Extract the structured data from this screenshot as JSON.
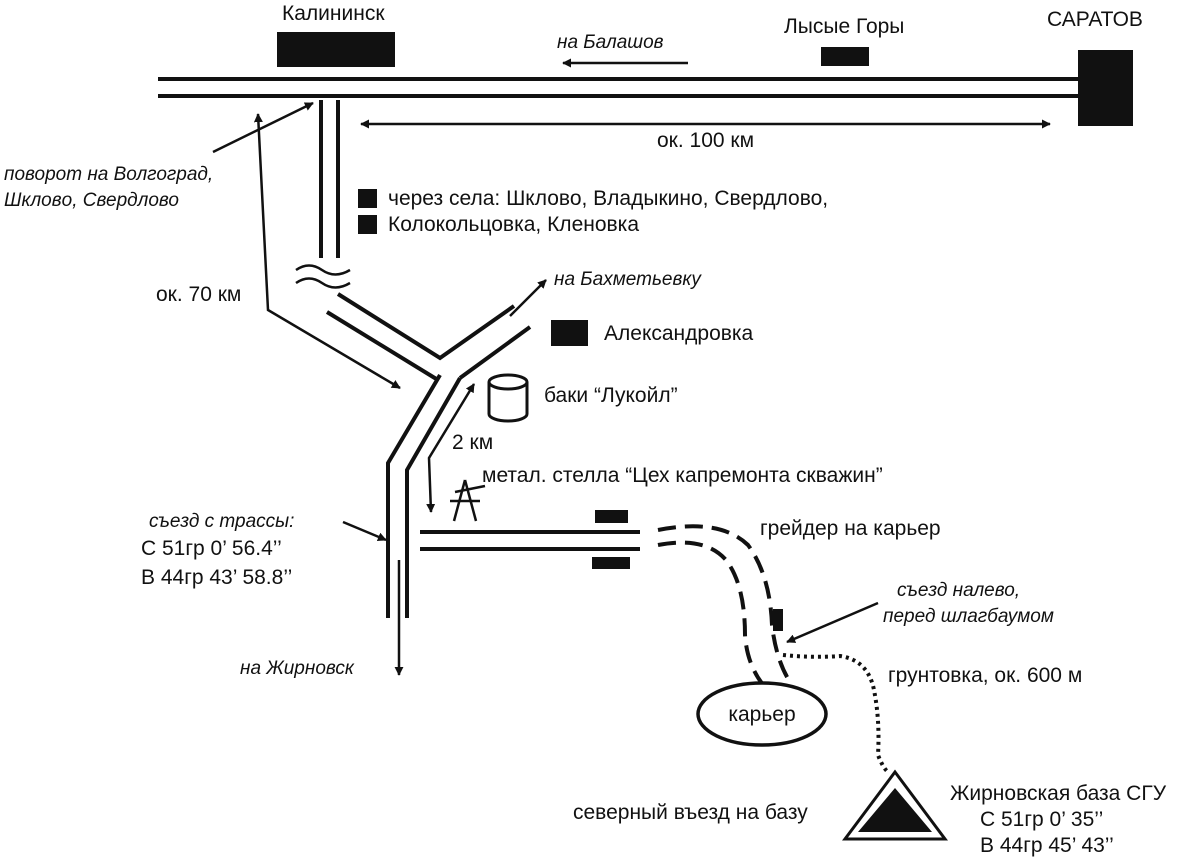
{
  "colors": {
    "ink": "#111111",
    "paper": "#ffffff"
  },
  "places": {
    "kalininsk": "Калининск",
    "lysye_gory": "Лысые Горы",
    "saratov": "САРАТОВ",
    "aleksandrovka": "Александровка"
  },
  "directions": {
    "to_balashov": "на Балашов",
    "to_bakhmetyevka": "на Бахметьевку",
    "to_zhirnovsk": "на Жирновск"
  },
  "distances": {
    "saratov_kalininsk": "ок. 100 км",
    "turn_to_junction": "ок. 70 км",
    "tanks_to_stella": "2 км",
    "dirt_road": "грунтовка, ок. 600 м"
  },
  "notes": {
    "turn_line1": "поворот на Волгоград,",
    "turn_line2": "Шкловo, Свердлово",
    "villages_line1": "через села: Шклово, Владыкино, Свердлово,",
    "villages_line2": "Колокольцовка, Кленовка",
    "tanks": "баки “Лукойл”",
    "stella": "метал. стелла “Цех капремонта скважин”",
    "exit_label": "съезд с трассы:",
    "exit_lat": "С 51гр 0’ 56.4’’",
    "exit_lon": "В 44гр 43’ 58.8’’",
    "grader": "грейдер на карьер",
    "turn_left_line1": "съезд налево,",
    "turn_left_line2": "перед шлагбаумом",
    "quarry": "карьер",
    "north_entrance": "северный въезд на базу",
    "base_name": "Жирновская база СГУ",
    "base_lat": "С 51гр 0’ 35’’",
    "base_lon": "В 44гр 45’ 43’’"
  },
  "icons": {
    "town": "filled-rectangle-icon",
    "tanks": "cylinder-tank-icon",
    "stella": "mast-icon",
    "barrier": "barrier-post-icon",
    "base": "triangle-marker-icon"
  }
}
